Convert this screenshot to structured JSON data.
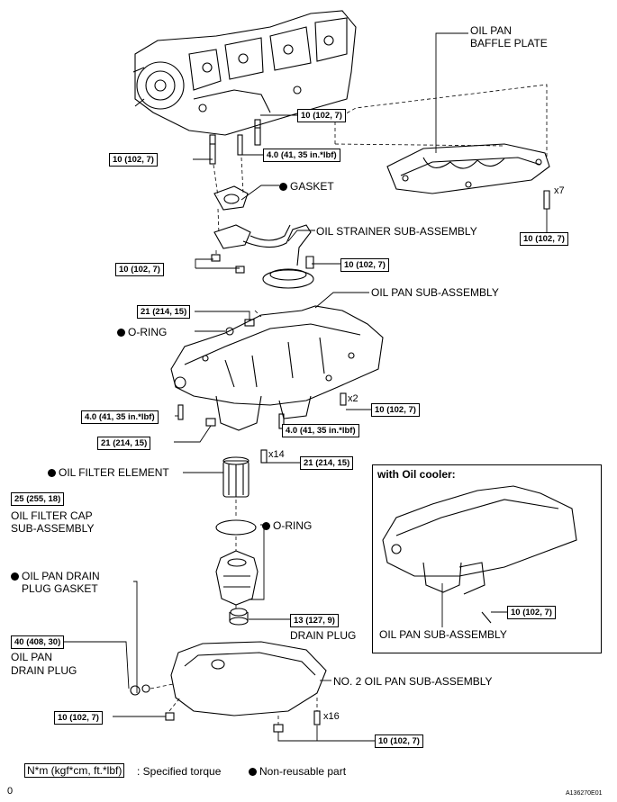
{
  "parts": {
    "oil_pan_baffle_plate": [
      "OIL PAN",
      "BAFFLE PLATE"
    ],
    "gasket": "GASKET",
    "oil_strainer": "OIL STRAINER SUB-ASSEMBLY",
    "oil_pan_sub_assembly": "OIL PAN SUB-ASSEMBLY",
    "o_ring_1": "O-RING",
    "oil_filter_element": "OIL FILTER ELEMENT",
    "oil_filter_cap": [
      "OIL FILTER CAP",
      "SUB-ASSEMBLY"
    ],
    "o_ring_2": "O-RING",
    "oil_pan_drain_plug_gasket": [
      "OIL PAN DRAIN",
      "PLUG GASKET"
    ],
    "oil_pan_drain_plug": [
      "OIL PAN",
      "DRAIN PLUG"
    ],
    "drain_plug": "DRAIN PLUG",
    "no2_oil_pan": "NO. 2 OIL PAN SUB-ASSEMBLY",
    "inset_title": "with Oil cooler:",
    "inset_oil_pan": "OIL PAN SUB-ASSEMBLY"
  },
  "torques": {
    "t1": "10 (102, 7)",
    "t2": "10 (102, 7)",
    "t3": "4.0 (41, 35 in.*lbf)",
    "t4": "10 (102, 7)",
    "t5": "10 (102, 7)",
    "t6": "10 (102, 7)",
    "t7": "21 (214, 15)",
    "t8": "10 (102, 7)",
    "t9": "4.0 (41, 35 in.*lbf)",
    "t10": "4.0 (41, 35 in.*lbf)",
    "t11": "21 (214, 15)",
    "t12": "21 (214, 15)",
    "t13": "25 (255, 18)",
    "t14": "13 (127, 9)",
    "t15": "40 (408, 30)",
    "t16": "10 (102, 7)",
    "t17": "10 (102, 7)",
    "t18": "10 (102, 7)"
  },
  "counts": {
    "c1": "x7",
    "c2": "x2",
    "c3": "x14",
    "c4": "x16"
  },
  "legend": {
    "unit_box": "N*m (kgf*cm, ft.*lbf)",
    "unit_desc": ": Specified torque",
    "nonreusable": "Non-reusable part"
  },
  "footer": {
    "page": "0",
    "code": "A136270E01"
  }
}
